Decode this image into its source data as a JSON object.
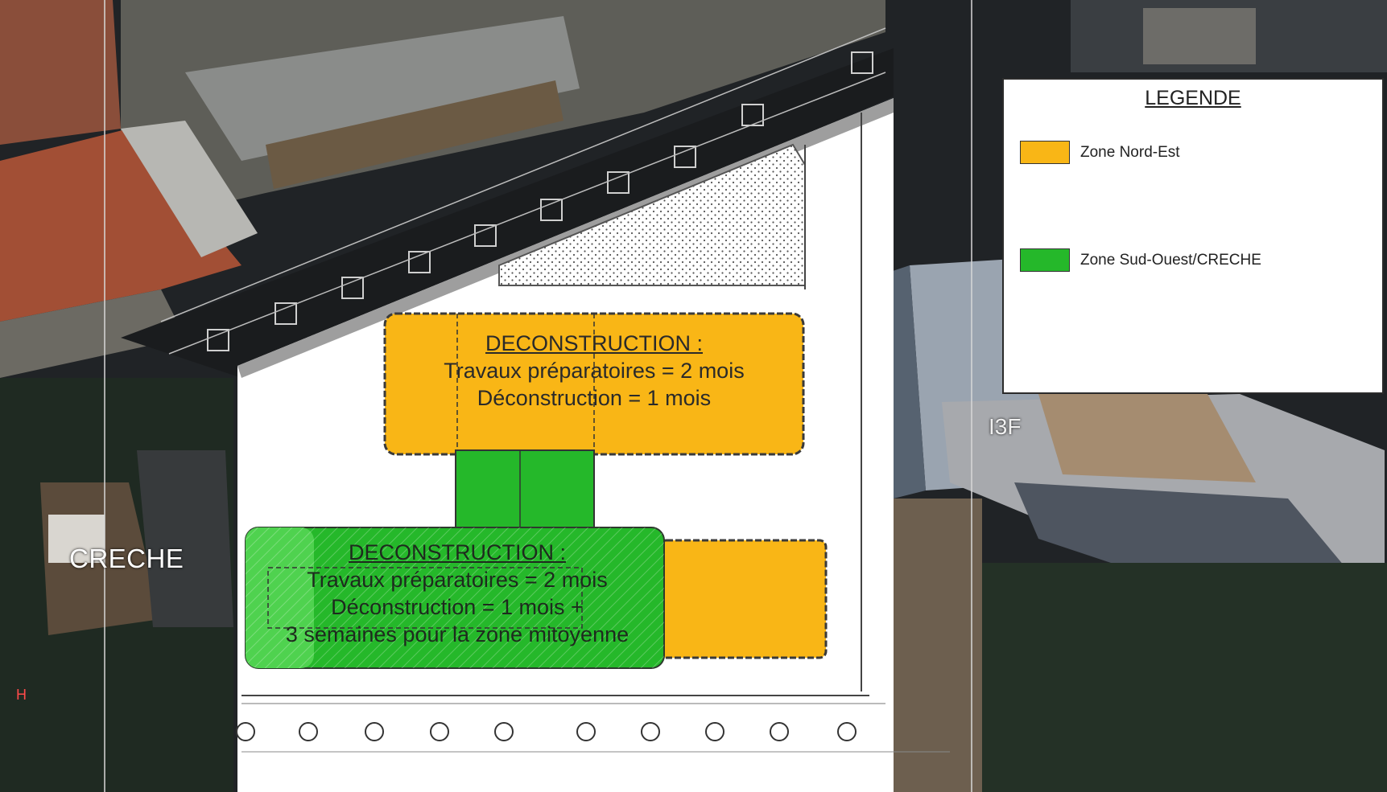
{
  "map": {
    "place_labels": {
      "creche": "CRECHE",
      "building_3f": "I3F"
    },
    "zones": {
      "nord_est": {
        "title": "DECONSTRUCTION :",
        "line1": "Travaux préparatoires = 2 mois",
        "line2": "Déconstruction = 1 mois",
        "color": "#f9b616"
      },
      "sud_ouest": {
        "title": "DECONSTRUCTION :",
        "line1": "Travaux préparatoires = 2 mois",
        "line2": "Déconstruction = 1 mois +",
        "line3": "3 semaines pour la zone mitoyenne",
        "color": "#25b82a"
      }
    }
  },
  "legend": {
    "title": "LEGENDE",
    "items": [
      {
        "label": "Zone Nord-Est",
        "color": "#f9b616"
      },
      {
        "label": "Zone Sud-Ouest/CRECHE",
        "color": "#25b82a"
      }
    ]
  }
}
